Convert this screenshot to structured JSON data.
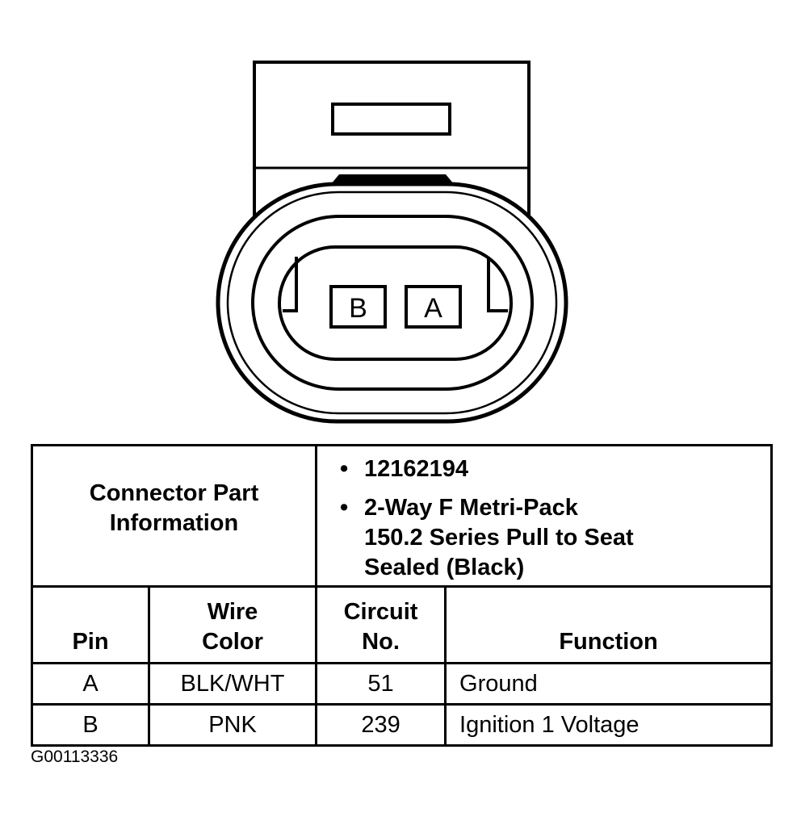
{
  "connector_diagram": {
    "cavity_labels": [
      "B",
      "A"
    ]
  },
  "part_info": {
    "label_line1": "Connector Part",
    "label_line2": "Information",
    "items": [
      [
        "12162194"
      ],
      [
        "2-Way F Metri-Pack",
        "150.2 Series Pull to Seat",
        "Sealed (Black)"
      ]
    ]
  },
  "table": {
    "headers": {
      "pin": [
        "Pin"
      ],
      "wire_color": [
        "Wire",
        "Color"
      ],
      "circuit_no": [
        "Circuit",
        "No."
      ],
      "function": [
        "Function"
      ]
    },
    "rows": [
      {
        "pin": "A",
        "wire_color": "BLK/WHT",
        "circuit": "51",
        "function": "Ground"
      },
      {
        "pin": "B",
        "wire_color": "PNK",
        "circuit": "239",
        "function": "Ignition 1 Voltage"
      }
    ]
  },
  "figure_id": "G00113336"
}
